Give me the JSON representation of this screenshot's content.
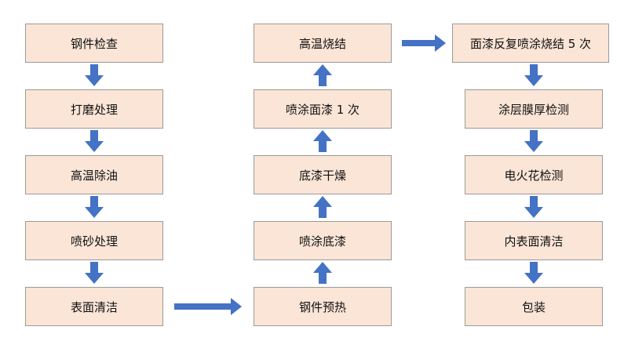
{
  "colors": {
    "box_fill": "#fbe5d6",
    "box_border": "#9a9a9a",
    "arrow": "#4472c4"
  },
  "columns": [
    {
      "steps": [
        "钢件检查",
        "打磨处理",
        "高温除油",
        "喷砂处理",
        "表面清洁"
      ]
    },
    {
      "steps": [
        "钢件预热",
        "喷涂底漆",
        "底漆干燥",
        "喷涂面漆 1 次",
        "高温烧结"
      ]
    },
    {
      "steps": [
        "面漆反复喷涂烧结 5 次",
        "涂层膜厚检测",
        "电火花检测",
        "内表面清洁",
        "包装"
      ]
    }
  ]
}
